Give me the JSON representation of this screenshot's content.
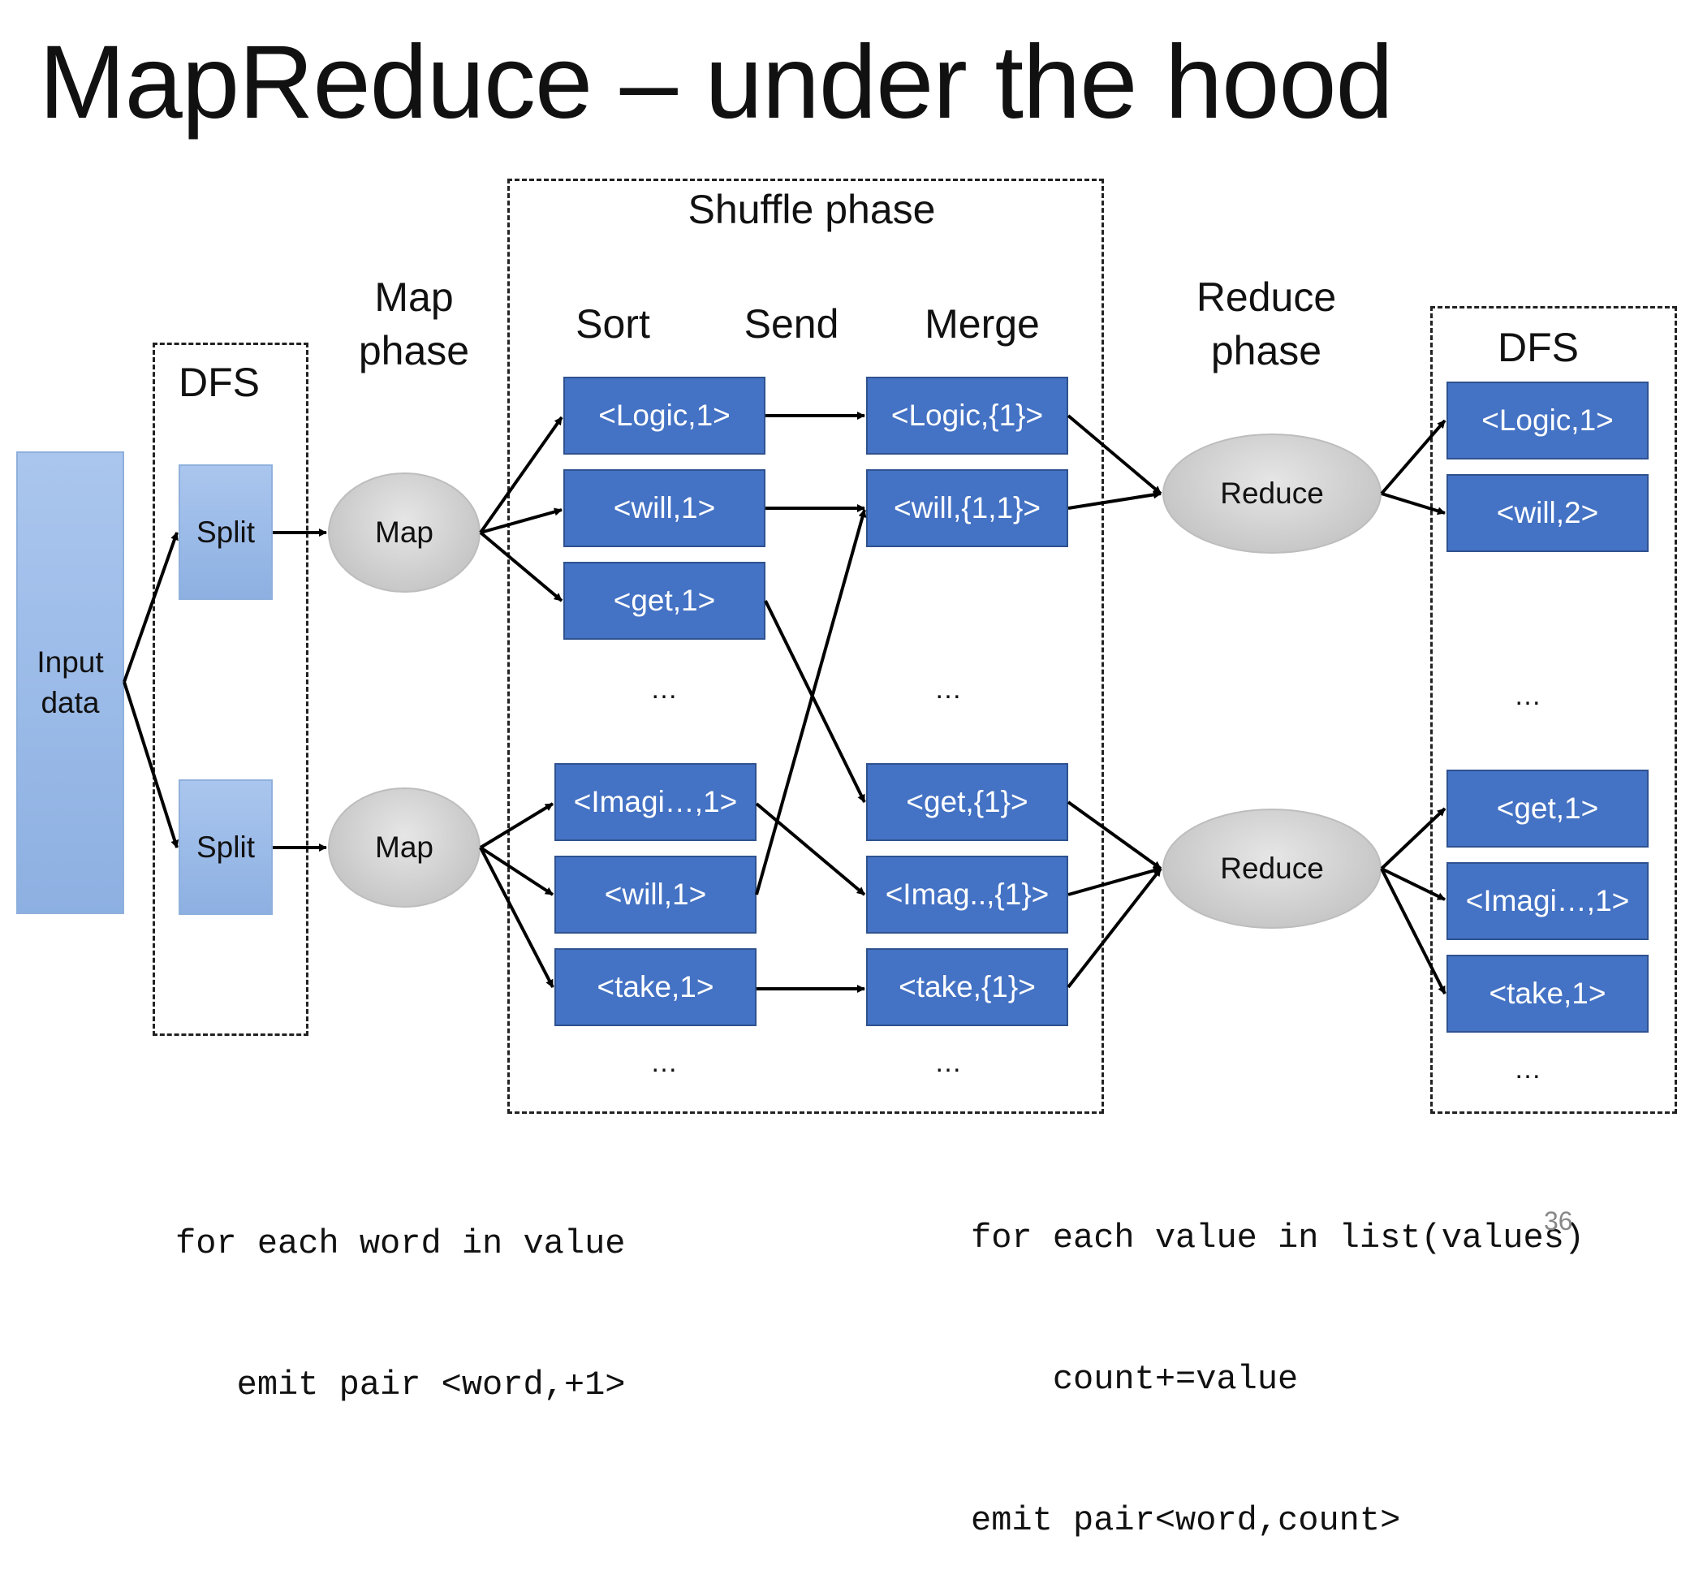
{
  "title": "MapReduce – under the hood",
  "labels": {
    "shuffle_phase": "Shuffle phase",
    "map_phase_line1": "Map",
    "map_phase_line2": "phase",
    "reduce_phase_line1": "Reduce",
    "reduce_phase_line2": "phase",
    "sort": "Sort",
    "send": "Send",
    "merge": "Merge",
    "dfs_left": "DFS",
    "dfs_right": "DFS"
  },
  "input": {
    "line1": "Input",
    "line2": "data"
  },
  "splits": [
    "Split",
    "Split"
  ],
  "maps": [
    "Map",
    "Map"
  ],
  "reduces": [
    "Reduce",
    "Reduce"
  ],
  "sort_top": [
    "<Logic,1>",
    "<will,1>",
    "<get,1>"
  ],
  "sort_bottom": [
    "<Imagi…,1>",
    "<will,1>",
    "<take,1>"
  ],
  "merge_top": [
    "<Logic,{1}>",
    "<will,{1,1}>"
  ],
  "merge_bottom": [
    "<get,{1}>",
    "<Imag..,{1}>",
    "<take,{1}>"
  ],
  "output_top": [
    "<Logic,1>",
    "<will,2>"
  ],
  "output_bottom": [
    "<get,1>",
    "<Imagi…,1>",
    "<take,1>"
  ],
  "ellipsis": "…",
  "code_map": [
    "for each word in value",
    "   emit pair <word,+1>"
  ],
  "code_reduce": [
    "for each value in list(values)",
    "    count+=value",
    "emit pair<word,count>"
  ],
  "page_number": "36"
}
